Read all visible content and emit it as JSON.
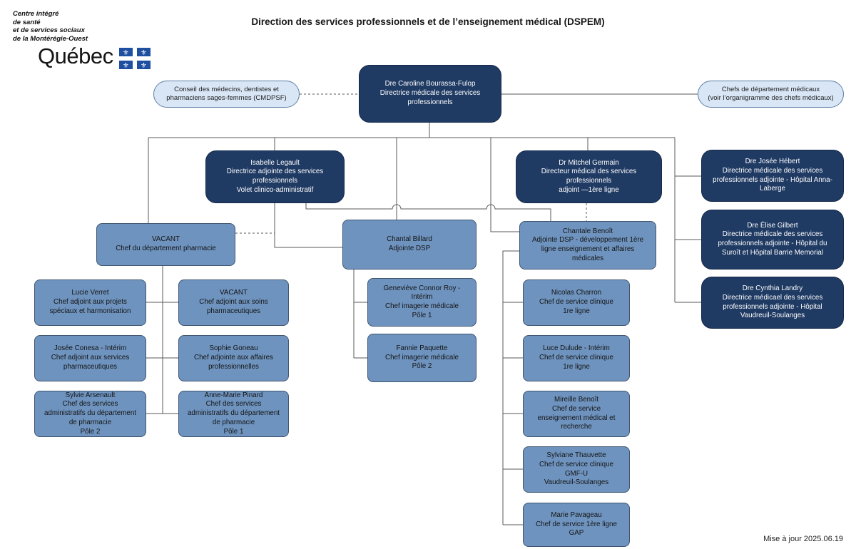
{
  "title": "Direction des services professionnels et de l’enseignement médical (DSPEM)",
  "logo": {
    "org_lines": "Centre intégré\nde santé\net de services sociaux\nde la Montérégie-Ouest",
    "wordmark": "Québec"
  },
  "footer": {
    "updated": "Mise à jour 2025.06.19"
  },
  "colors": {
    "dark_node": "#1f3a63",
    "medium_node": "#6e93be",
    "light_oval": "#d8e6f6",
    "connector": "#595959"
  },
  "nodes": {
    "director": {
      "text": "Dre Caroline Bourassa-Fulop\nDirectrice médicale des services professionnels"
    },
    "cmdpsf": {
      "text": "Conseil des médecins, dentistes et\npharmaciens sages-femmes (CMDPSF)"
    },
    "chefs_departement": {
      "text": "Chefs de département médicaux\n(voir l’organigramme des chefs médicaux)"
    },
    "legault": {
      "text": "Isabelle Legault\nDirectrice adjointe des services professionnels\nVolet clinico-administratif"
    },
    "germain": {
      "text": "Dr Mitchel Germain\nDirecteur médical des services professionnels\nadjoint —1ère ligne"
    },
    "hebert": {
      "text": "Dre Josée Hébert\nDirectrice médicale des services professionnels adjointe - Hôpital Anna-Laberge"
    },
    "gilbert": {
      "text": "Dre Élise Gilbert\nDirectrice médicale des services professionnels adjointe - Hôpital du Suroît et Hôpital Barrie Memorial"
    },
    "landry": {
      "text": "Dre Cynthia Landry\nDirectrice médicael des services professionnels adjointe - Hôpital Vaudreuil-Soulanges"
    },
    "vacant_pharmacie": {
      "text": "VACANT\nChef du département pharmacie"
    },
    "billard": {
      "text": "Chantal Billard\nAdjointe DSP"
    },
    "benoit_chantale": {
      "text": "Chantale Benoît\nAdjointe DSP - développement 1ère ligne enseignement et affaires médicales"
    },
    "verret": {
      "text": "Lucie Verret\nChef adjoint aux projets spéciaux et harmonisation"
    },
    "vacant_soins": {
      "text": "VACANT\nChef adjoint aux soins pharmaceutiques"
    },
    "conesa": {
      "text": "Josée Conesa - Intérim\nChef adjoint aux services pharmaceutiques"
    },
    "goneau": {
      "text": "Sophie Goneau\nChef adjointe aux affaires professionnelles"
    },
    "arsenault": {
      "text": "Sylvie Arsenault\nChef des services administratifs du département de pharmacie\nPôle 2"
    },
    "pinard": {
      "text": "Anne-Marie Pinard\nChef des services administratifs du département de pharmacie\nPôle 1"
    },
    "connor_roy": {
      "text": "Geneviève Connor Roy - Intérim\nChef imagerie médicale\nPôle 1"
    },
    "paquette": {
      "text": "Fannie Paquette\nChef imagerie médicale\nPôle 2"
    },
    "charron": {
      "text": "Nicolas Charron\nChef de service clinique\n1re ligne"
    },
    "dulude": {
      "text": "Luce Dulude - Intérim\nChef de service clinique\n1re ligne"
    },
    "benoit_mireille": {
      "text": "Mireille Benoît\nChef de service enseignement médical et recherche"
    },
    "thauvette": {
      "text": "Sylviane Thauvette\nChef de service clinique\nGMF-U\nVaudreuil-Soulanges"
    },
    "pavageau": {
      "text": "Marie Pavageau\nChef de service 1ère ligne GAP"
    }
  }
}
